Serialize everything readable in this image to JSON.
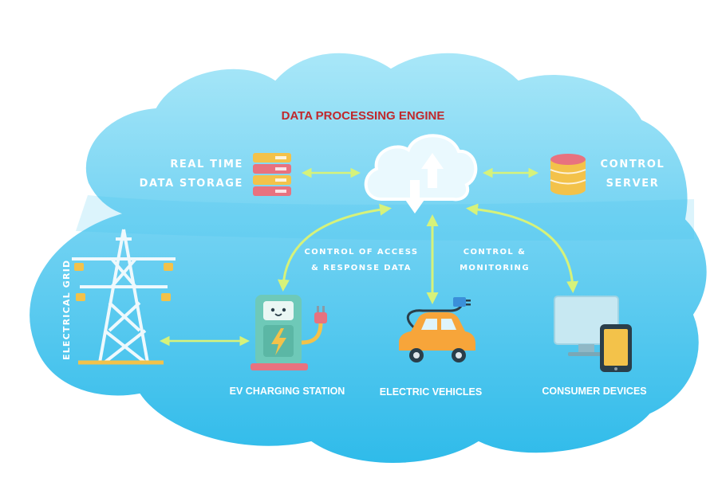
{
  "title": "DATA PROCESSING ENGINE",
  "storage": {
    "line1": "REAL TIME",
    "line2": "DATA STORAGE"
  },
  "server": {
    "line1": "CONTROL",
    "line2": "SERVER"
  },
  "links": {
    "access_line1": "CONTROL OF ACCESS",
    "access_line2": "& RESPONSE DATA",
    "monitor_line1": "CONTROL &",
    "monitor_line2": "MONITORING"
  },
  "nodes": {
    "grid": "ELECTRICAL GRID",
    "charging": "EV CHARGING STATION",
    "vehicles": "ELECTRIC VEHICLES",
    "devices": "CONSUMER DEVICES"
  },
  "colors": {
    "cloud_light": "#9ee3f7",
    "cloud_dark": "#2bb9ea",
    "arrow": "#d6f27a",
    "title": "#c0282c",
    "storage_stripe": "#f3c24a",
    "storage_block": "#e8727f",
    "charger_body": "#6ec9b8",
    "car_body": "#f7a53a",
    "device_screen": "#c7e8f2"
  }
}
